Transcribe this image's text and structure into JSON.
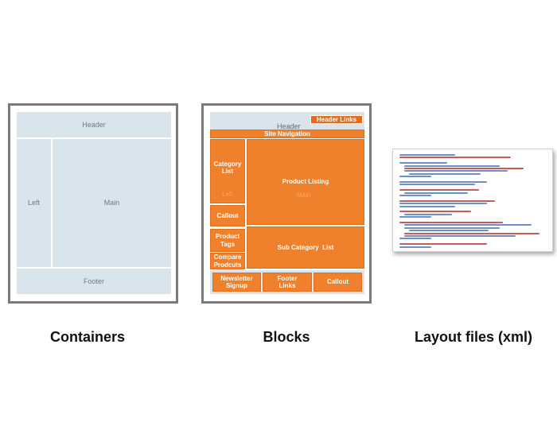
{
  "containers": {
    "header": "Header",
    "left": "Left",
    "main": "Main",
    "footer": "Footer"
  },
  "blocks": {
    "header": "Header",
    "header_links": "Header Links",
    "site_navigation": "Site Navigation",
    "category_list": "Category\nList",
    "left_ghost": "Left",
    "callout_left": "Callout",
    "product_tags": "Product\nTags",
    "compare_products": "Compare\nProdcuts",
    "product_listing": "Product Listing",
    "main_ghost": "Main",
    "sub_category_list": "Sub Category  List",
    "newsletter_signup": "Newsletter\nSignup",
    "footer_links": "Footer\nLinks",
    "callout_footer": "Callout"
  },
  "captions": {
    "containers": "Containers",
    "blocks": "Blocks",
    "layout_files": "Layout files (xml)"
  },
  "colors": {
    "container_fill": "#d9e5eb",
    "block_orange": "#f0812c",
    "frame_border": "#7a7a7a"
  }
}
